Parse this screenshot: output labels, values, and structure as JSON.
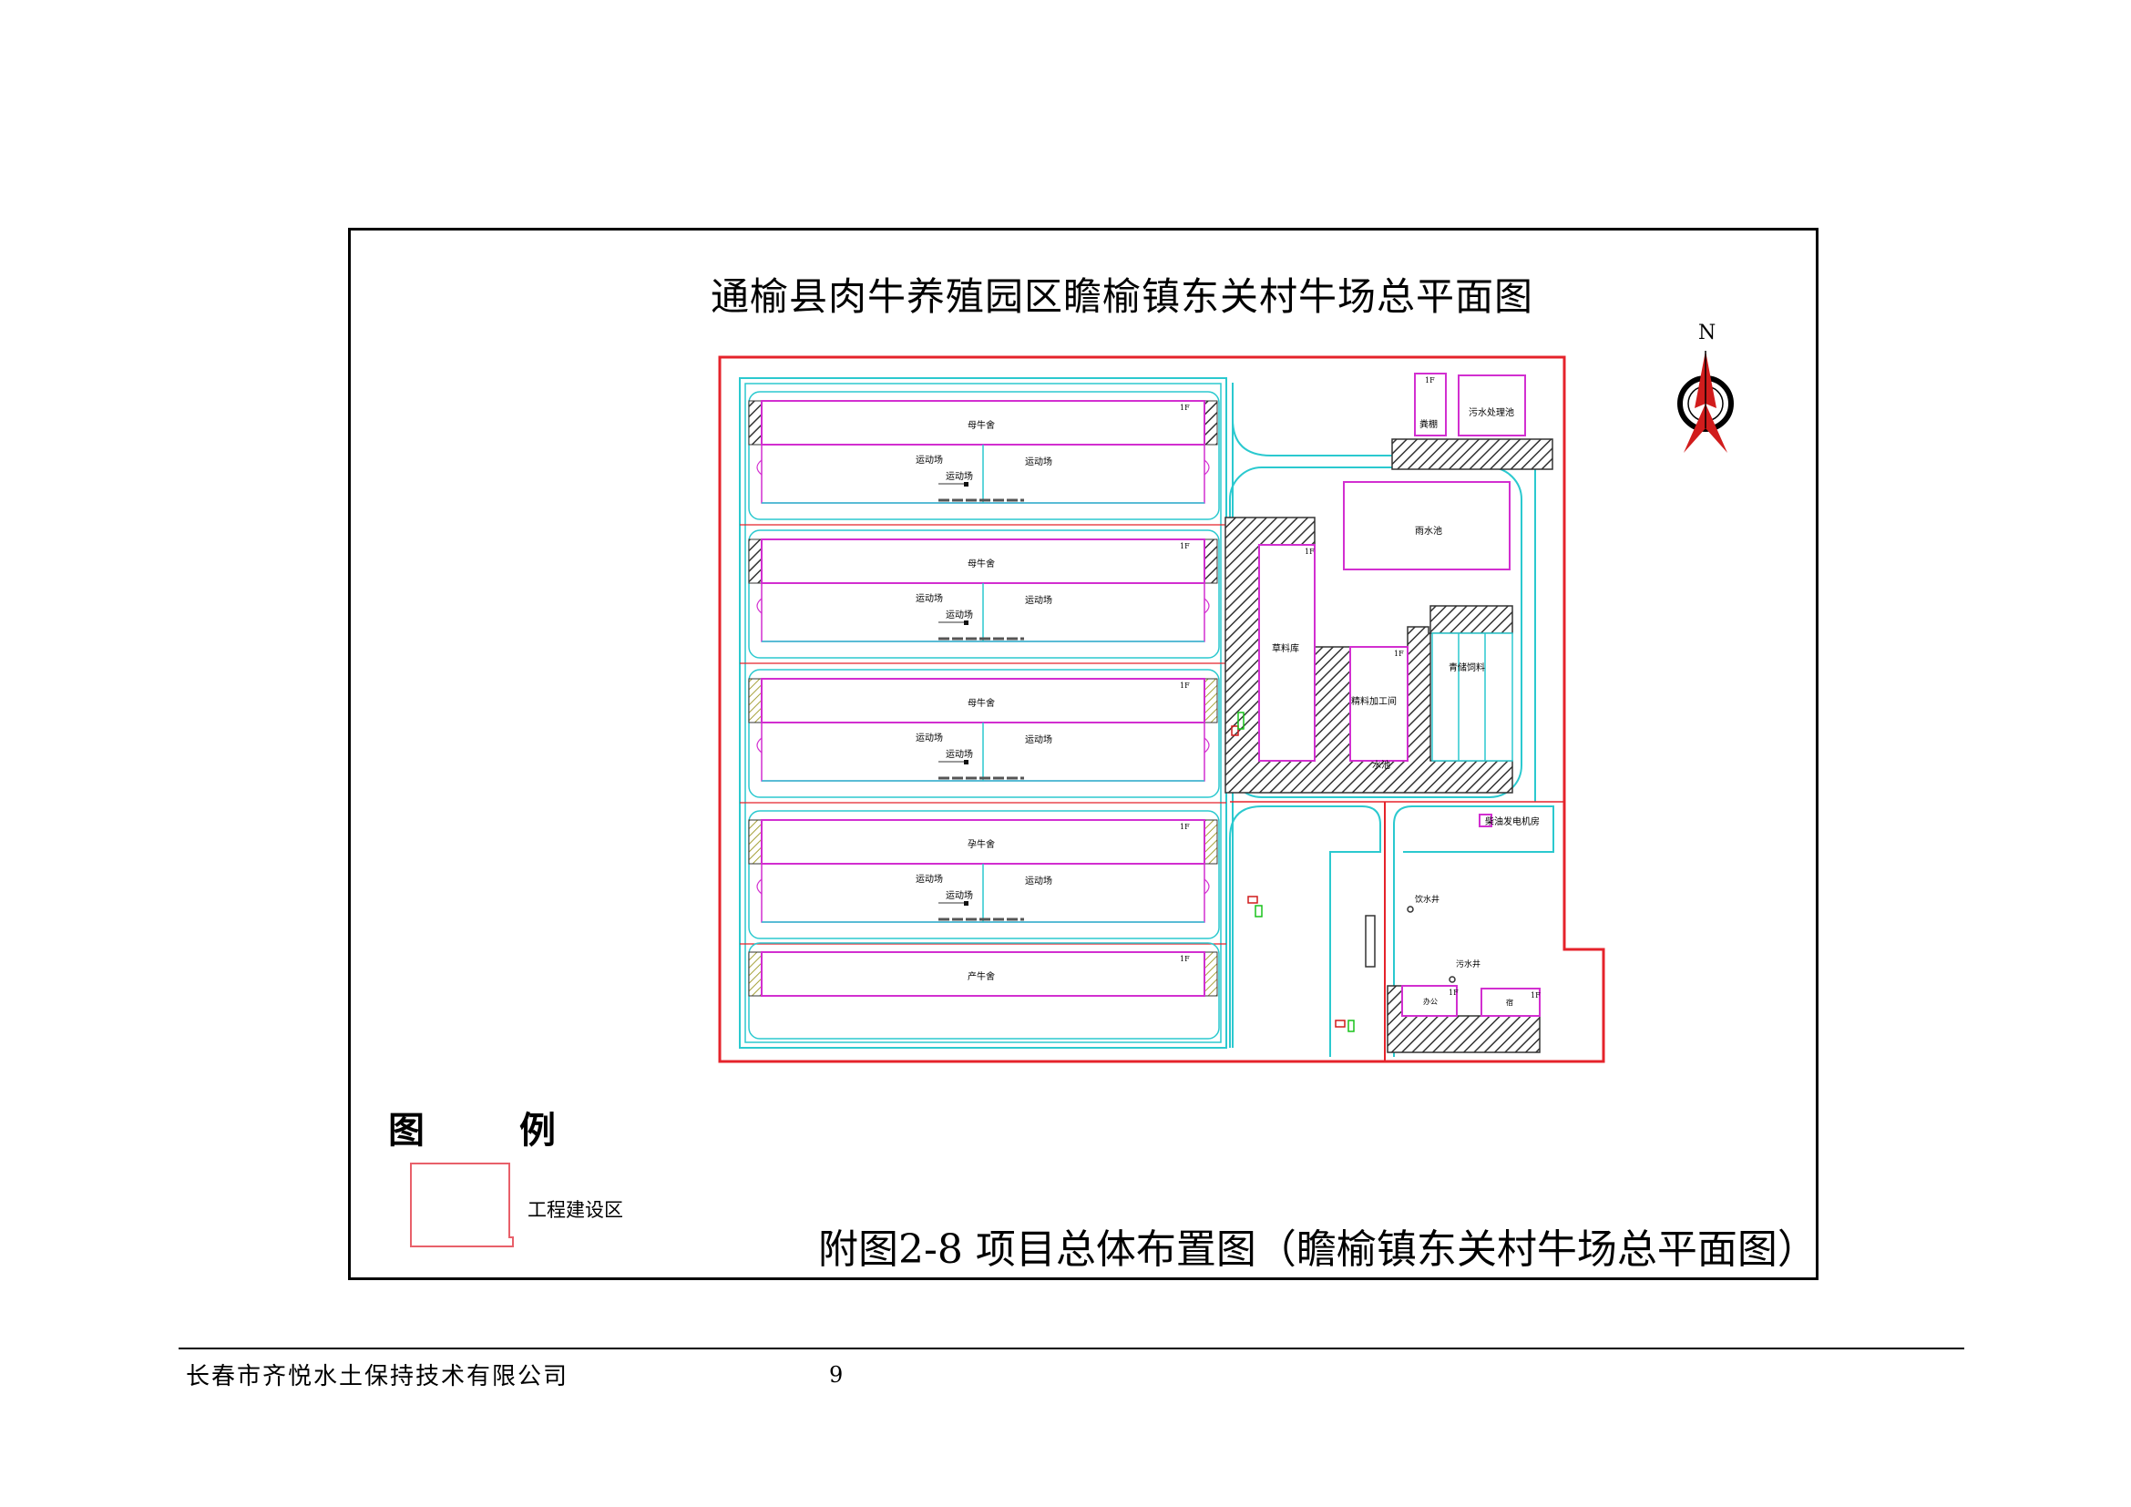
{
  "document": {
    "plan_title": "通榆县肉牛养殖园区瞻榆镇东关村牛场总平面图",
    "north": "N",
    "caption": "附图2-8 项目总体布置图（瞻榆镇东关村牛场总平面图）",
    "legend": {
      "heading_1": "图",
      "heading_2": "例",
      "items": [
        {
          "label": "工程建设区",
          "color": "#e8606a"
        }
      ]
    },
    "footer": {
      "company": "长春市齐悦水土保持技术有限公司",
      "page_number": "9"
    }
  },
  "plan": {
    "colors": {
      "boundary": "#e5232b",
      "road": "#2bc9cf",
      "building": "#d22fd0",
      "hatch": "#333333",
      "marker_green": "#18c21a",
      "marker_red": "#d11c1c"
    },
    "barns": [
      {
        "name": "母牛舍",
        "floor": "1F",
        "yard_labels": [
          "运动场",
          "运动场",
          "运动场"
        ]
      },
      {
        "name": "母牛舍",
        "floor": "1F",
        "yard_labels": [
          "运动场",
          "运动场",
          "运动场"
        ]
      },
      {
        "name": "母牛舍",
        "floor": "1F",
        "yard_labels": [
          "运动场",
          "运动场",
          "运动场"
        ]
      },
      {
        "name": "孕牛舍",
        "floor": "1F",
        "yard_labels": [
          "运动场",
          "运动场",
          "运动场"
        ]
      },
      {
        "name": "产牛舍",
        "floor": "1F",
        "yard_labels": []
      }
    ],
    "facilities": {
      "manure_shed": "粪棚",
      "manure_floor": "1F",
      "sewage_pool": "污水处理池",
      "rain_pool": "雨水池",
      "hay_store": "草料库",
      "hay_floor": "1F",
      "feed_processing": "精料加工间",
      "feed_floor": "1F",
      "silage": "青储饲料",
      "generator_room": "柴油发电机房",
      "drinking_well": "饮水井",
      "sewage_well": "污水井",
      "office": "办公",
      "office_floor": "1F",
      "dorm": "宿",
      "dorm_floor": "1F",
      "water_pool": "水池"
    }
  }
}
